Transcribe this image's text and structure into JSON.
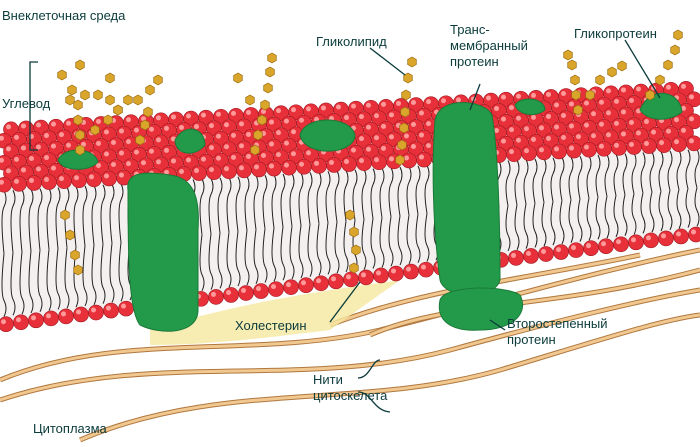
{
  "labels": {
    "extracellular": "Внеклеточная среда",
    "glycolipid": "Гликолипид",
    "transmembrane": "Транс-\nмембранный\nпротеин",
    "glycoprotein": "Гликопротеин",
    "carbohydrate": "Углевод",
    "cholesterol": "Холестерин",
    "peripheral": "Второстепенный\nпротеин",
    "cytoskeleton": "Нити\nцитоскелета",
    "cytoplasm": "Цитоплазма"
  },
  "colors": {
    "head": "#e8303a",
    "protein": "#239a4a",
    "sugar": "#d9a52a",
    "filament": "#d9a060",
    "text": "#0b3b3b"
  }
}
